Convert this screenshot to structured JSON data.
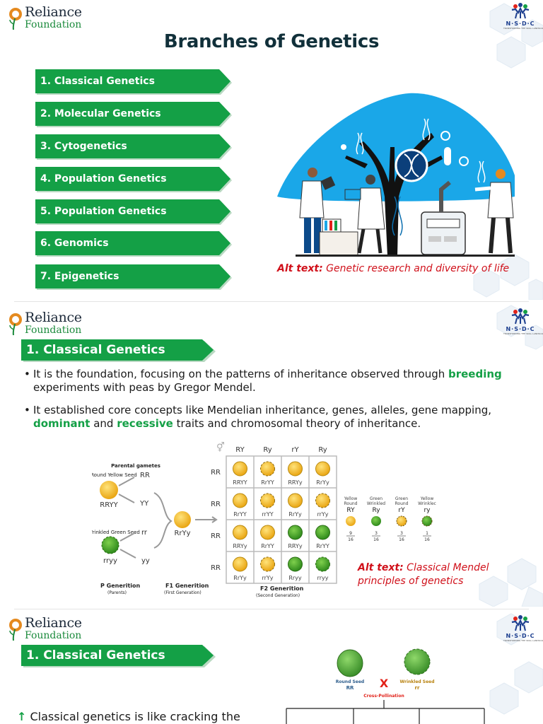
{
  "slide1": {
    "brand": {
      "name_line1": "Reliance",
      "name_line2": "Foundation"
    },
    "nsdc": {
      "text": "N·S·D·C",
      "tagline": "TRANSFORMING THE SKILL LANDSCAPE"
    },
    "title": "Branches of Genetics",
    "branches": [
      "1. Classical Genetics",
      "2. Molecular Genetics",
      "3. Cytogenetics",
      "4. Population Genetics",
      "5. Population Genetics",
      "6. Genomics",
      "7. Epigenetics"
    ],
    "alt_label": "Alt text:",
    "alt_text": "Genetic research and diversity of life"
  },
  "slide2": {
    "brand": {
      "name_line1": "Reliance",
      "name_line2": "Foundation"
    },
    "nsdc": {
      "text": "N·S·D·C",
      "tagline": "TRANSFORMING THE SKILL LANDSCAPE"
    },
    "heading": "1. Classical Genetics",
    "bullet1": {
      "before": "It is the foundation, focusing on the patterns of inheritance observed through ",
      "keyword": "breeding",
      "after": " experiments with peas by Gregor Mendel."
    },
    "bullet2": {
      "before": "It established core concepts like Mendelian inheritance, genes, alleles, gene mapping, ",
      "keyword1": "dominant",
      "middle": " and ",
      "keyword2": "recessive",
      "after": " traits and chromosomal theory of inheritance."
    },
    "diagram": {
      "parental_gametes": "Parental gametes",
      "pure_yellow": "Pure Round Yellow Seed",
      "pure_green": "Pure Wrinkled Green Seed",
      "p1_genotype": "RRYY",
      "p2_genotype": "rryy",
      "gametes": [
        "RR",
        "YY",
        "rr",
        "yy"
      ],
      "f1_genotype": "RrYy",
      "columns": [
        "RY",
        "Ry",
        "rY",
        "Ry"
      ],
      "rows": [
        "RR",
        "RR",
        "RR",
        "RR"
      ],
      "cells": [
        [
          "RRYY",
          "RrYY",
          "RRYy",
          "RrYy"
        ],
        [
          "RrYY",
          "rrYY",
          "RrYy",
          "rrYy"
        ],
        [
          "RRYy",
          "RrYY",
          "RRYy",
          "RrYY"
        ],
        [
          "RrYy",
          "rrYy",
          "Rryy",
          "rryy"
        ]
      ],
      "cell_kinds": [
        [
          "y",
          "yw",
          "y",
          "y"
        ],
        [
          "y",
          "yw",
          "y",
          "yw"
        ],
        [
          "y",
          "y",
          "g",
          "g"
        ],
        [
          "y",
          "yw",
          "g",
          "gw"
        ]
      ],
      "legend": [
        {
          "name": "Yellow Round",
          "code": "RY",
          "ratio_num": "9",
          "ratio_den": "16",
          "kind": "y"
        },
        {
          "name": "Green Wrinkled",
          "code": "Ry",
          "ratio_num": "3",
          "ratio_den": "16",
          "kind": "g"
        },
        {
          "name": "Green Round",
          "code": "rY",
          "ratio_num": "3",
          "ratio_den": "16",
          "kind": "yw"
        },
        {
          "name": "Yellow Wrinklec",
          "code": "ry",
          "ratio_num": "1",
          "ratio_den": "16",
          "kind": "gw"
        }
      ],
      "p_gen": "P Generition",
      "p_sub": "(Parents)",
      "f1_gen": "F1 Generition",
      "f1_sub": "(First Generation)",
      "f2_gen": "F2 Generition",
      "f2_sub": "(Second Generation)"
    },
    "alt_label": "Alt text:",
    "alt_text_line1": "Classical Mendel",
    "alt_text_line2": "principles of genetics"
  },
  "slide3": {
    "brand": {
      "name_line1": "Reliance",
      "name_line2": "Foundation"
    },
    "nsdc": {
      "text": "N·S·D·C",
      "tagline": "TRANSFORMING THE SKILL LANDSCAPE"
    },
    "heading": "1. Classical Genetics",
    "text": "Classical genetics is like cracking the",
    "cross": {
      "left_label": "Round Seed",
      "left_code": "RR",
      "right_label": "Wrinkled Seed",
      "right_code": "rr",
      "x": "X",
      "caption": "Cross-Pollination"
    }
  },
  "colors": {
    "green": "#14a046",
    "dark": "#11303a",
    "red": "#d0101a",
    "sky": "#1aa7e8"
  }
}
